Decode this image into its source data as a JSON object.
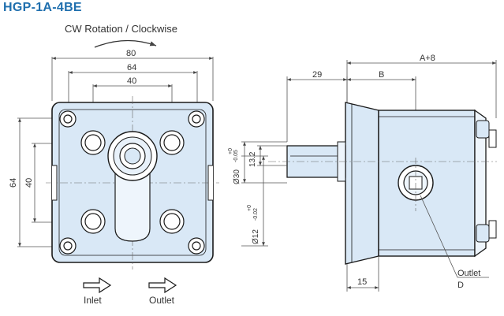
{
  "title": "HGP-1A-4BE",
  "rotation_label": "CW Rotation / Clockwise",
  "front_view": {
    "dims": {
      "w80": "80",
      "w64": "64",
      "w40": "40",
      "h64": "64",
      "h40": "40"
    },
    "legend": {
      "inlet": "Inlet",
      "outlet": "Outlet"
    }
  },
  "side_view": {
    "dims": {
      "a_plus": "A+8",
      "d29": "29",
      "b": "B",
      "d15": "15",
      "d13_2": "13.2",
      "shaft_dia": "Ø30",
      "shaft_tol_upper": "+0",
      "shaft_tol_lower": "-0.05",
      "key_dia": "Ø12",
      "key_tol_upper": "+0",
      "key_tol_lower": "-0.02",
      "outlet": "Outlet",
      "d": "D"
    }
  },
  "colors": {
    "title": "#1f6fae",
    "fill": "#d9e8f6",
    "line": "#1a1a1a",
    "dim": "#555555"
  }
}
